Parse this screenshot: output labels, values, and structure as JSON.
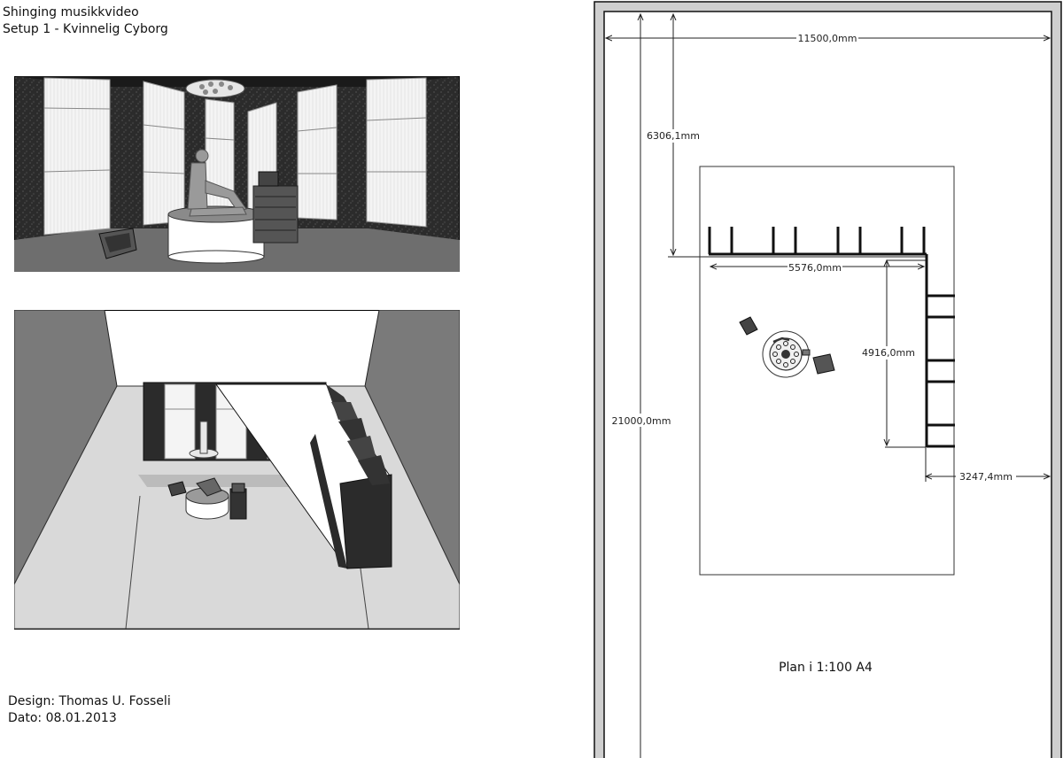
{
  "header": {
    "title": "Shinging musikkvideo",
    "subtitle": "Setup 1 - Kvinnelig Cyborg"
  },
  "footer": {
    "design": "Design: Thomas U. Fosseli",
    "date": "Dato: 08.01.2013"
  },
  "plan": {
    "scale_label": "Plan i 1:100 A4",
    "dimensions": {
      "room_width": "11500,0mm",
      "room_length": "21000,0mm",
      "wall_offset": "6306,1mm",
      "wall_length": "5576,0mm",
      "side_wall_length": "4916,0mm",
      "side_offset": "3247,4mm"
    }
  },
  "colors": {
    "wall_dark": "#2b2b2b",
    "floor_gray": "#6e6e6e",
    "floor_light": "#d9d9d9",
    "panel_white": "#f2f2f2",
    "side_wall": "#7a7a7a"
  }
}
